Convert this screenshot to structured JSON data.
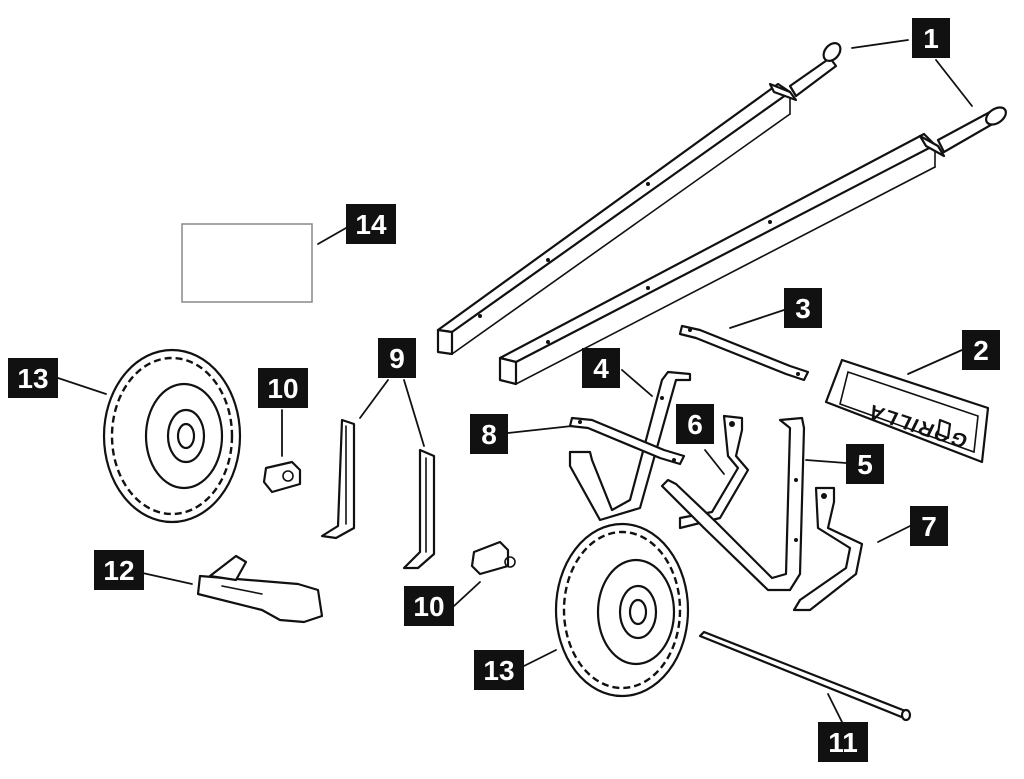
{
  "callouts": [
    {
      "id": "c1a",
      "label": "1"
    },
    {
      "id": "c2",
      "label": "2"
    },
    {
      "id": "c3",
      "label": "3"
    },
    {
      "id": "c4",
      "label": "4"
    },
    {
      "id": "c5",
      "label": "5"
    },
    {
      "id": "c6",
      "label": "6"
    },
    {
      "id": "c7",
      "label": "7"
    },
    {
      "id": "c8",
      "label": "8"
    },
    {
      "id": "c9",
      "label": "9"
    },
    {
      "id": "c10a",
      "label": "10"
    },
    {
      "id": "c10b",
      "label": "10"
    },
    {
      "id": "c11",
      "label": "11"
    },
    {
      "id": "c12",
      "label": "12"
    },
    {
      "id": "c13a",
      "label": "13"
    },
    {
      "id": "c13b",
      "label": "13"
    },
    {
      "id": "c14",
      "label": "14"
    }
  ],
  "logo_text": "GORILLA",
  "colors": {
    "ink": "#111111",
    "paper": "#ffffff"
  }
}
